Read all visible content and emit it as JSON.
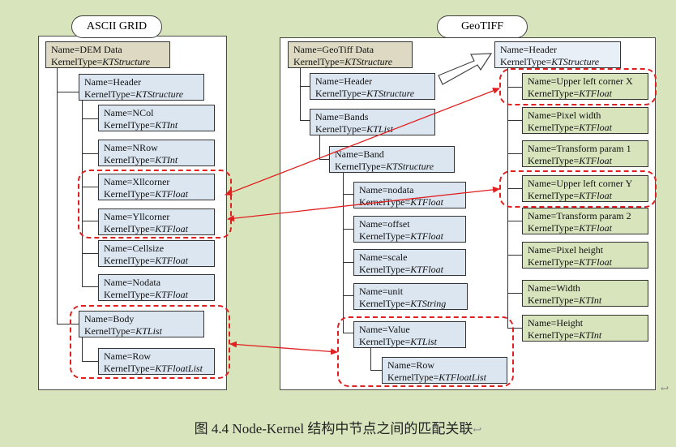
{
  "top_fragment": "",
  "panels": {
    "left_title": "ASCII GRID",
    "right_title": "GeoTIFF"
  },
  "ascii": {
    "root": {
      "name": "Name=DEM Data",
      "kt_prefix": "KernelType=",
      "kt": "KTStructure"
    },
    "header": {
      "name": "Name=Header",
      "kt_prefix": "KernelType=",
      "kt": "KTStructure"
    },
    "ncol": {
      "name": "Name=NCol",
      "kt_prefix": "KernelType=",
      "kt": "KTInt"
    },
    "nrow": {
      "name": "Name=NRow",
      "kt_prefix": "KernelType=",
      "kt": "KTInt"
    },
    "xll": {
      "name": "Name=Xllcorner",
      "kt_prefix": "KernelType=",
      "kt": "KTFloat"
    },
    "yll": {
      "name": "Name=Yllcorner",
      "kt_prefix": "KernelType=",
      "kt": "KTFloat"
    },
    "cellsize": {
      "name": "Name=Cellsize",
      "kt_prefix": "KernelType=",
      "kt": "KTFloat"
    },
    "nodata": {
      "name": "Name=Nodata",
      "kt_prefix": "KernelType=",
      "kt": "KTFloat"
    },
    "body": {
      "name": "Name=Body",
      "kt_prefix": "KernelType=",
      "kt": "KTList"
    },
    "row": {
      "name": "Name=Row",
      "kt_prefix": "KernelType=",
      "kt": "KTFloatList"
    }
  },
  "geotiff": {
    "root": {
      "name": "Name=GeoTiff Data",
      "kt_prefix": "KernelType=",
      "kt": "KTStructure"
    },
    "header": {
      "name": "Name=Header",
      "kt_prefix": "KernelType=",
      "kt": "KTStructure"
    },
    "bands": {
      "name": "Name=Bands",
      "kt_prefix": "KernelType=",
      "kt": "KTList"
    },
    "band": {
      "name": "Name=Band",
      "kt_prefix": "KernelType=",
      "kt": "KTStructure"
    },
    "nodata": {
      "name": "Name=nodata",
      "kt_prefix": "KernelType=",
      "kt": "KTFloat"
    },
    "offset": {
      "name": "Name=offset",
      "kt_prefix": "KernelType=",
      "kt": "KTFloat"
    },
    "scale": {
      "name": "Name=scale",
      "kt_prefix": "KernelType=",
      "kt": "KTFloat"
    },
    "unit": {
      "name": "Name=unit",
      "kt_prefix": "KernelType=",
      "kt": "KTString"
    },
    "value": {
      "name": "Name=Value",
      "kt_prefix": "KernelType=",
      "kt": "KTList"
    },
    "row": {
      "name": "Name=Row",
      "kt_prefix": "KernelType=",
      "kt": "KTFloatList"
    },
    "header_exp": {
      "name": "Name=Header",
      "kt_prefix": "KernelType=",
      "kt": "KTStructure"
    },
    "ulx": {
      "name": "Name=Upper left corner X",
      "kt_prefix": "KernelType=",
      "kt": "KTFloat"
    },
    "pw": {
      "name": "Name=Pixel width",
      "kt_prefix": "KernelType=",
      "kt": "KTFloat"
    },
    "tp1": {
      "name": "Name=Transform param 1",
      "kt_prefix": "KernelType=",
      "kt": "KTFloat"
    },
    "uly": {
      "name": "Name=Upper left corner Y",
      "kt_prefix": "KernelType=",
      "kt": "KTFloat"
    },
    "tp2": {
      "name": "Name=Transform param 2",
      "kt_prefix": "KernelType=",
      "kt": "KTFloat"
    },
    "ph": {
      "name": "Name=Pixel height",
      "kt_prefix": "KernelType=",
      "kt": "KTFloat"
    },
    "width": {
      "name": "Name=Width",
      "kt_prefix": "KernelType=",
      "kt": "KTInt"
    },
    "height": {
      "name": "Name=Height",
      "kt_prefix": "KernelType=",
      "kt": "KTInt"
    }
  },
  "caption": "图 4.4 Node-Kernel 结构中节点之间的匹配关联",
  "caption_mark": "↩",
  "para_mark": "↩",
  "colors": {
    "background": "#d8e4bc",
    "node_blue": "#dce6f1",
    "node_root": "#ddd9c3",
    "node_green": "#d7e4bc",
    "highlight_red": "#e02020"
  }
}
